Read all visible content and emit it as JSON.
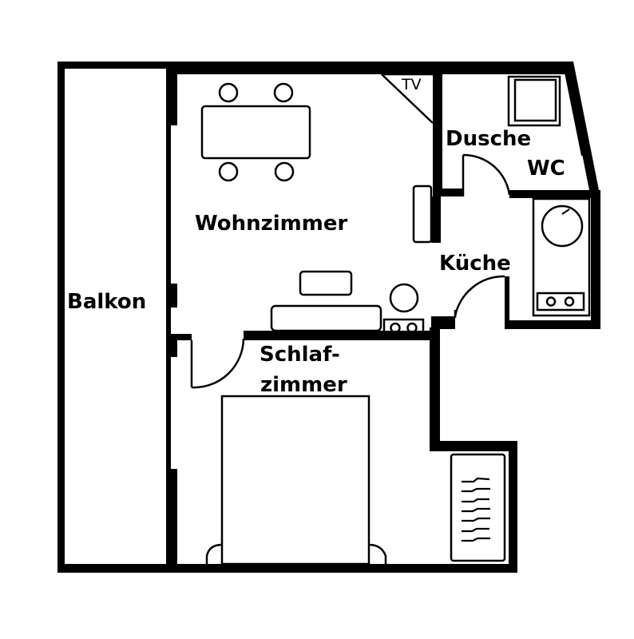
{
  "rooms": {
    "balkon": "Balkon",
    "wohnzimmer": "Wohnzimmer",
    "dusche": "Dusche",
    "wc": "WC",
    "kueche": "Küche",
    "schlaf_line1": "Schlaf-",
    "schlaf_line2": "zimmer"
  },
  "fixtures": {
    "tv": "TV"
  },
  "colors": {
    "ink": "#000000",
    "paper": "#ffffff"
  }
}
